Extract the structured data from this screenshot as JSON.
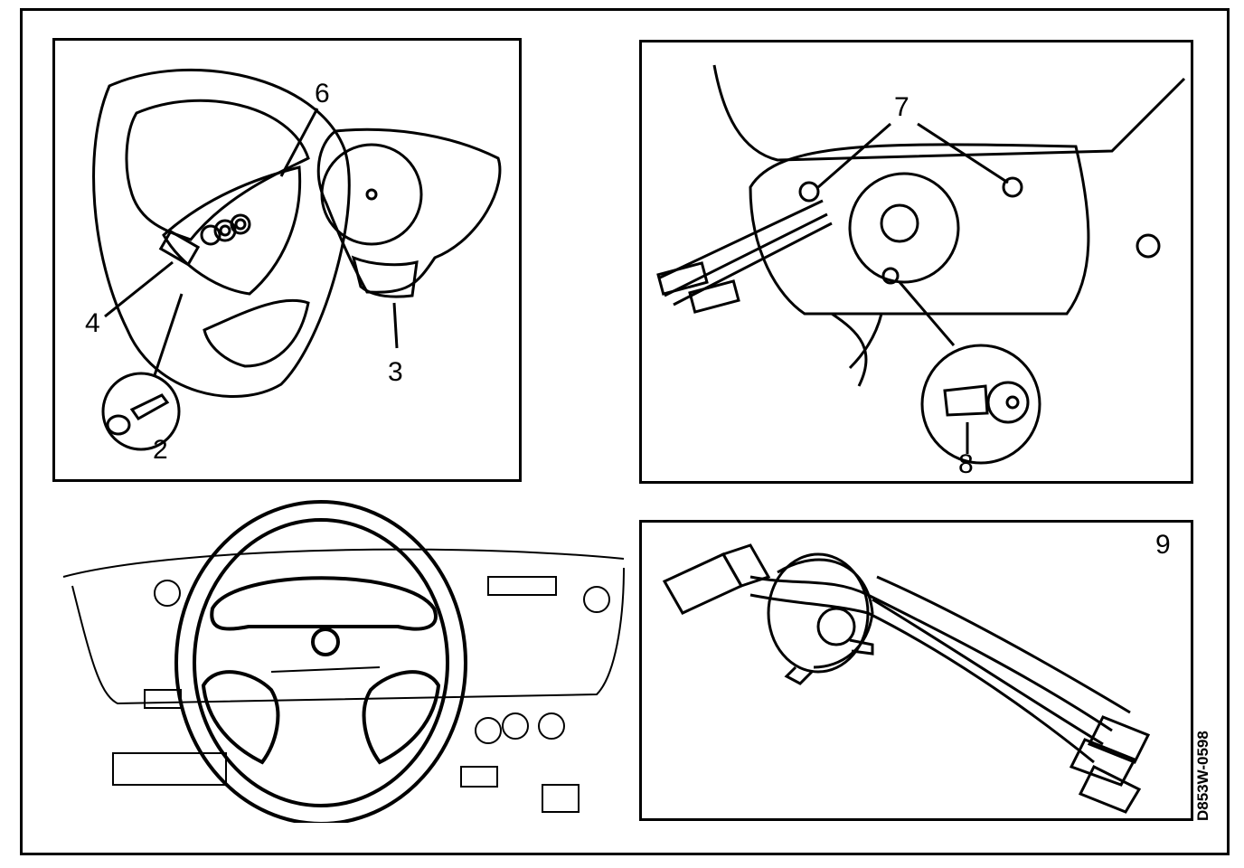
{
  "figure": {
    "document_code": "D853W-0598",
    "callouts": {
      "c2": "2",
      "c3": "3",
      "c4": "4",
      "c6": "6",
      "c7": "7",
      "c8": "8",
      "c9": "9"
    }
  },
  "panels": [
    {
      "id": "steering-wheel-airbag",
      "callouts": [
        "2",
        "3",
        "4",
        "6"
      ]
    },
    {
      "id": "steering-column-contact-reel",
      "callouts": [
        "7",
        "8"
      ]
    },
    {
      "id": "dashboard-overview",
      "callouts": []
    },
    {
      "id": "contact-reel-removed",
      "callouts": [
        "9"
      ]
    }
  ],
  "colors": {
    "line": "#000000",
    "background": "#ffffff"
  }
}
